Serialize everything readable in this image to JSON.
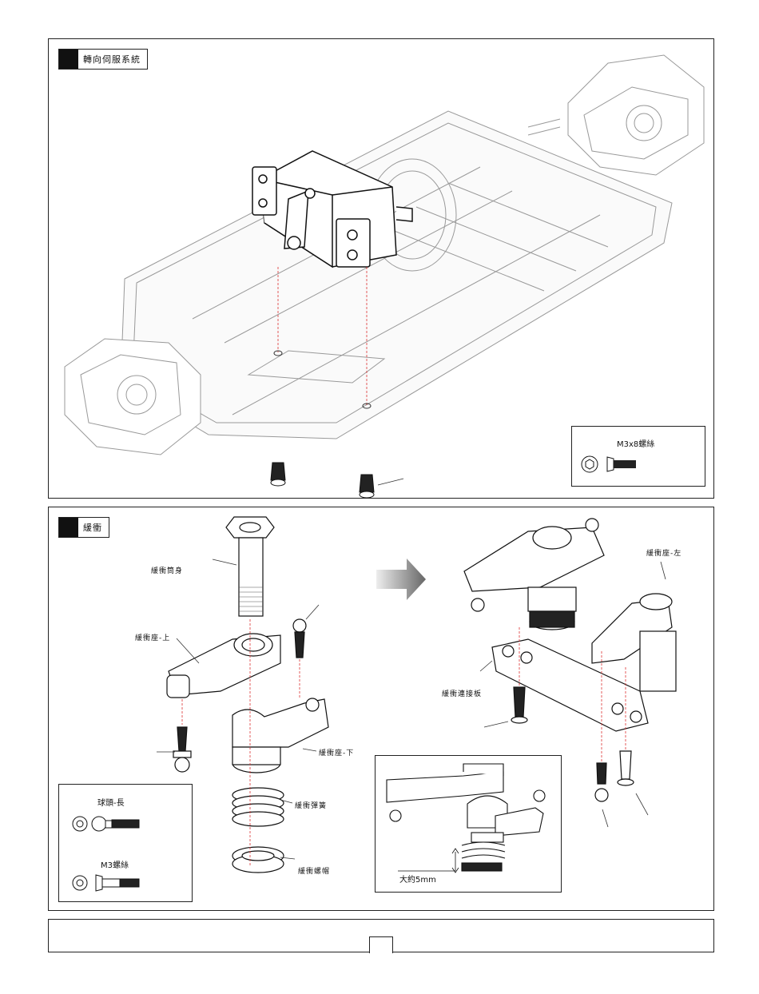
{
  "panel1": {
    "title": "轉向伺服系統",
    "screw_box_label": "M3x8螺絲"
  },
  "panel2": {
    "title": "緩衝",
    "labels": {
      "cylinder": "緩衝筒身",
      "seat_upper": "緩衝座-上",
      "seat_lower": "緩衝座-下",
      "spring": "緩衝彈簧",
      "nut": "緩衝螺帽",
      "seat_left": "緩衝座-左",
      "link_plate": "緩衝連接板"
    },
    "parts_box": {
      "ball_long": "球頭-長",
      "m3_screw": "M3螺絲"
    },
    "detail_box": {
      "approx": "大約5mm"
    }
  }
}
